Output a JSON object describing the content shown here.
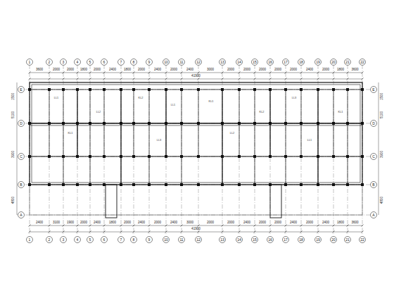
{
  "diagram": {
    "labels": [
      "1",
      "2",
      "3",
      "4",
      "5",
      "6",
      "7",
      "8",
      "9",
      "10",
      "11",
      "12",
      "13",
      "14",
      "15",
      "16",
      "17",
      "18",
      "19",
      "20",
      "21",
      "22",
      "3600",
      "2000",
      "2000",
      "1800",
      "2000",
      "2400",
      "1800",
      "2000",
      "2400",
      "2000",
      "2400",
      "3000",
      "2000",
      "2000",
      "2000",
      "2000",
      "2000",
      "2400",
      "2000",
      "1800",
      "3600",
      "41900",
      "E",
      "D",
      "C",
      "B",
      "A",
      "E",
      "D",
      "C",
      "B",
      "A",
      "1500",
      "5100",
      "3900",
      "4800",
      "1500",
      "5100",
      "3900",
      "4800",
      "2400",
      "3100",
      "1900",
      "2000",
      "2400",
      "1800",
      "2000",
      "2400",
      "2000",
      "2400",
      "3000",
      "2000",
      "2000",
      "2400",
      "2000",
      "2000",
      "2400",
      "2000",
      "2400",
      "1800",
      "3600",
      "41900",
      "1",
      "2",
      "3",
      "4",
      "5",
      "6",
      "7",
      "8",
      "9",
      "10",
      "11",
      "12",
      "13",
      "14",
      "15",
      "16",
      "17",
      "18",
      "19",
      "20",
      "21",
      "22",
      "LL1",
      "KL1",
      "LL2",
      "KL2",
      "LL3",
      "LL1",
      "KL1",
      "LL2",
      "KL2",
      "LL3",
      "LL1",
      "KL1"
    ]
  }
}
